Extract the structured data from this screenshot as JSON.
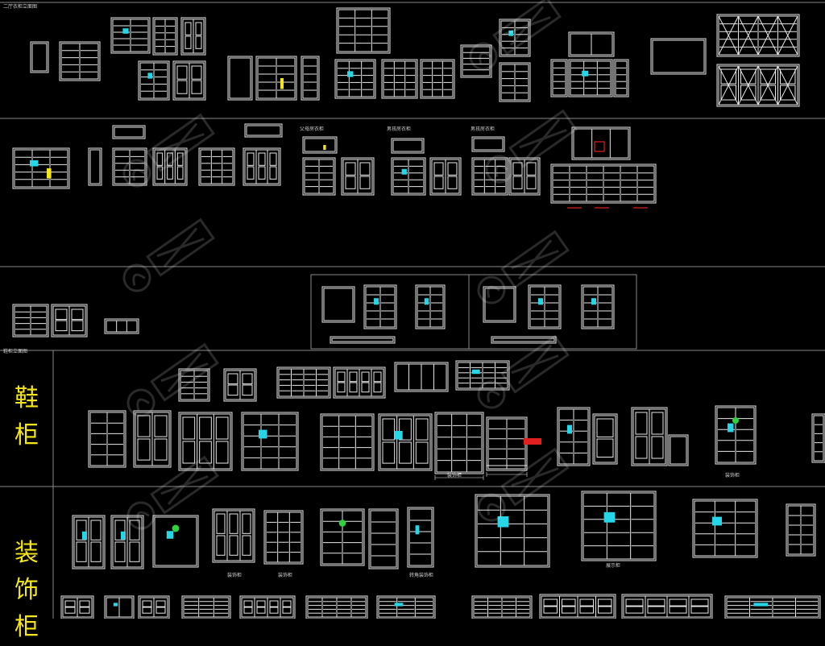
{
  "sections": {
    "shoe_cabinet": {
      "label_line1": "鞋",
      "label_line2": "柜"
    },
    "decor_cabinet": {
      "label_line1": "装",
      "label_line2": "饰",
      "label_line3": "柜"
    }
  },
  "annotations": {
    "row1_left_title": "二厅衣柜立面图",
    "row2_caption_a": "父母房衣柜",
    "row2_caption_b": "男孩房衣柜",
    "row2_caption_c": "男孩房衣柜",
    "row3_title": "鞋柜立面图",
    "shoe_caption_1": "装饰柜",
    "shoe_caption_2": "装饰柜",
    "decor_caption_1": "装饰柜",
    "decor_caption_2": "装饰柜",
    "decor_caption_3": "转角装饰柜",
    "decor_caption_4": "展示柜"
  },
  "colors": {
    "background": "#000000",
    "line": "#e8e8e8",
    "accent_cyan": "#27d6e6",
    "accent_yellow": "#f5e61a",
    "accent_red": "#e02020",
    "accent_green": "#30d040",
    "divider": "#8a8a8a"
  },
  "watermark": {
    "icon": "watermark-logo-icon"
  }
}
